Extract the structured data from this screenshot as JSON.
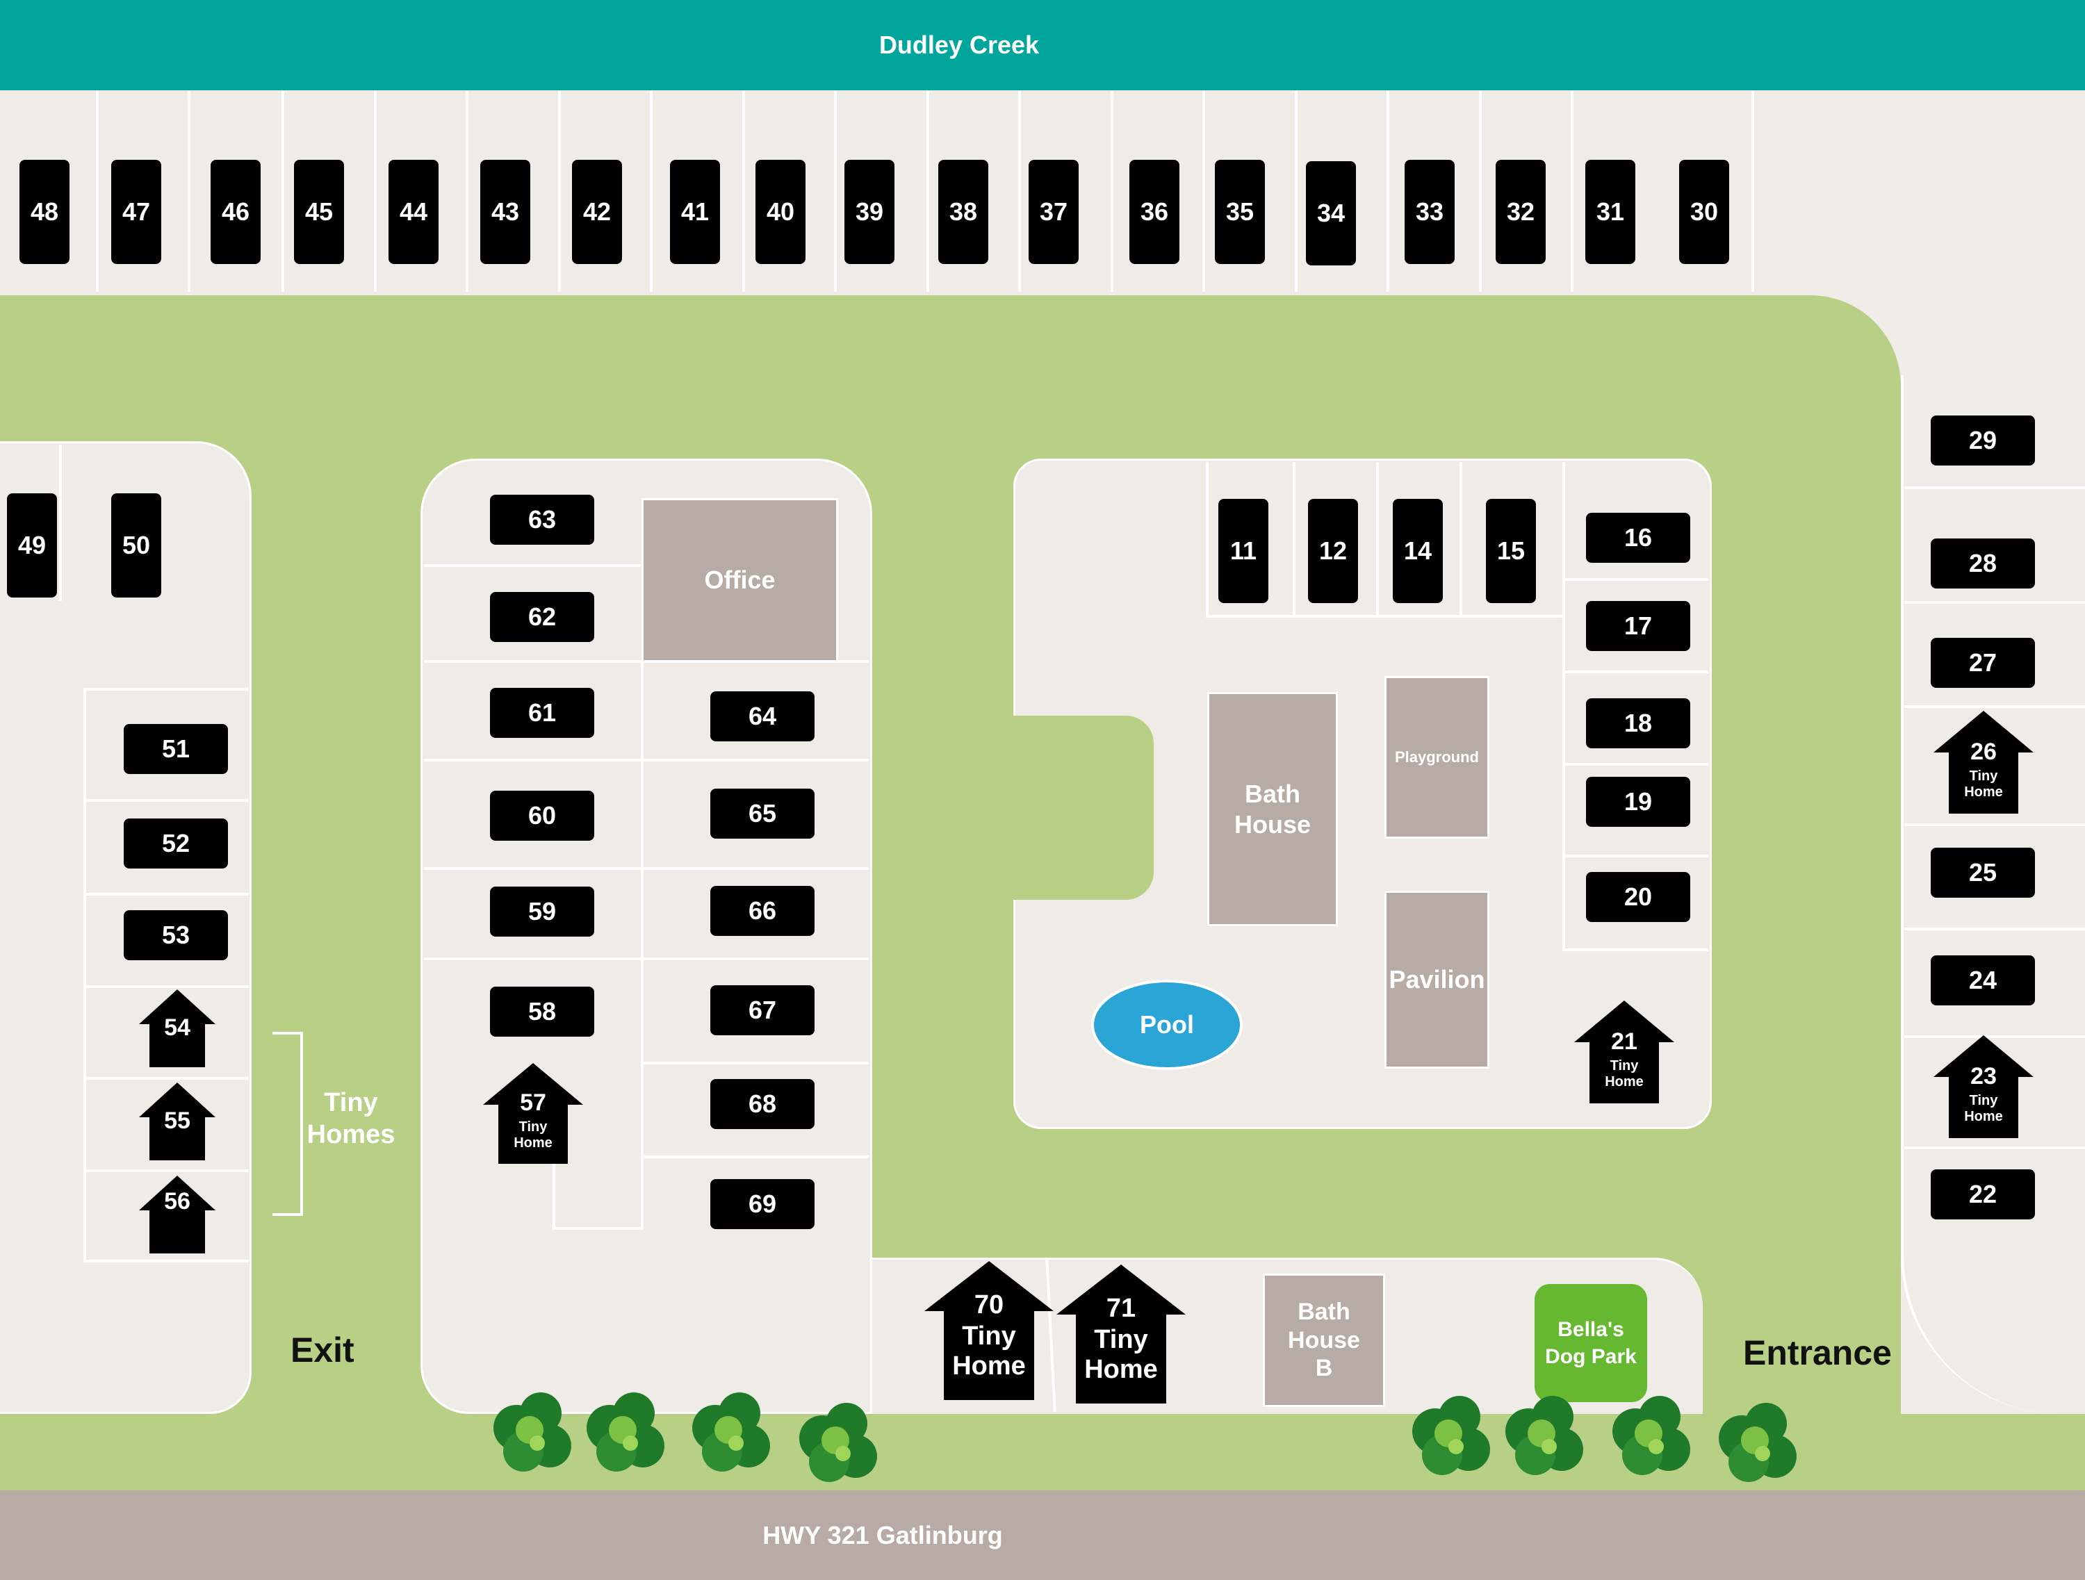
{
  "roads": {
    "top": "Dudley Creek",
    "bottom": "HWY 321 Gatlinburg"
  },
  "labels": {
    "exit": "Exit",
    "entrance": "Entrance",
    "tiny_homes_group": "Tiny Homes"
  },
  "amenities": {
    "office": "Office",
    "bath_house": "Bath House",
    "playground": "Playground",
    "pavilion": "Pavilion",
    "pool": "Pool",
    "bath_house_b": "Bath House B",
    "dog_park": "Bella's Dog Park"
  },
  "sites": {
    "top_row": [
      "48",
      "47",
      "46",
      "45",
      "44",
      "43",
      "42",
      "41",
      "40",
      "39",
      "38",
      "37",
      "36",
      "35",
      "34",
      "33",
      "32",
      "31",
      "30"
    ],
    "s49": "49",
    "s50": "50",
    "s51": "51",
    "s52": "52",
    "s53": "53",
    "s54": "54",
    "s55": "55",
    "s56": "56",
    "s63": "63",
    "s62": "62",
    "s61": "61",
    "s60": "60",
    "s59": "59",
    "s58": "58",
    "s57": "57",
    "s64": "64",
    "s65": "65",
    "s66": "66",
    "s67": "67",
    "s68": "68",
    "s69": "69",
    "s11": "11",
    "s12": "12",
    "s14": "14",
    "s15": "15",
    "s16": "16",
    "s17": "17",
    "s18": "18",
    "s19": "19",
    "s20": "20",
    "s21": "21",
    "s29": "29",
    "s28": "28",
    "s27": "27",
    "s26": "26",
    "s25": "25",
    "s24": "24",
    "s23": "23",
    "s22": "22",
    "s70": "70",
    "s71": "71"
  },
  "tiny_home_text": "Tiny Home",
  "tiny_home_split": [
    "Tiny",
    "Home"
  ],
  "colors": {
    "creek": "#00a69c",
    "grass": "#b8d086",
    "paved": "#efece8",
    "highway": "#b8aba6",
    "building": "#b7aba5",
    "pool": "#2ba4d6",
    "dog_park": "#65b830",
    "site": "#000000"
  }
}
